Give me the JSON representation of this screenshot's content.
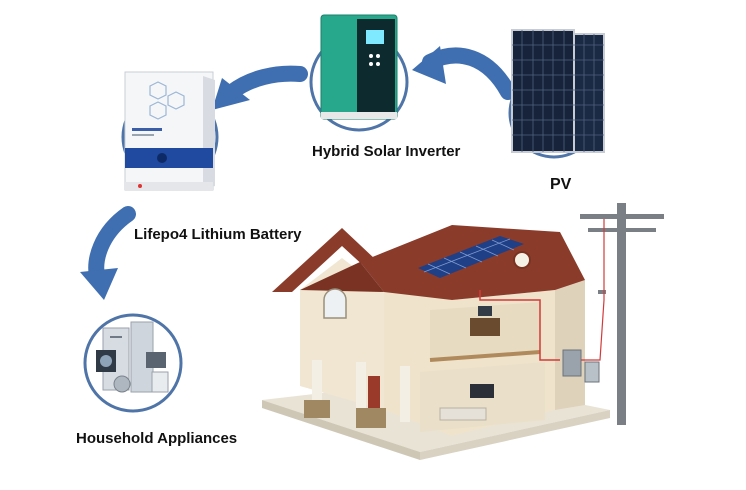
{
  "labels": {
    "inverter": "Hybrid Solar Inverter",
    "pv": "PV",
    "battery": "Lifepo4 Lithium Battery",
    "appliances": "Household Appliances"
  },
  "colors": {
    "circle_border": "#4f74a8",
    "arrow": "#3f6fb0",
    "inverter_body": "#27a88c",
    "roof": "#8a3b2a",
    "wall": "#f0e6d2",
    "panel": "#1f3f86",
    "wire": "#d23a3a"
  },
  "icons": {
    "inverter": "hybrid-inverter-icon",
    "pv": "solar-panel-icon",
    "battery": "lithium-battery-icon",
    "appliances": "household-appliances-icon",
    "house": "house-icon",
    "pole": "utility-pole-icon"
  }
}
